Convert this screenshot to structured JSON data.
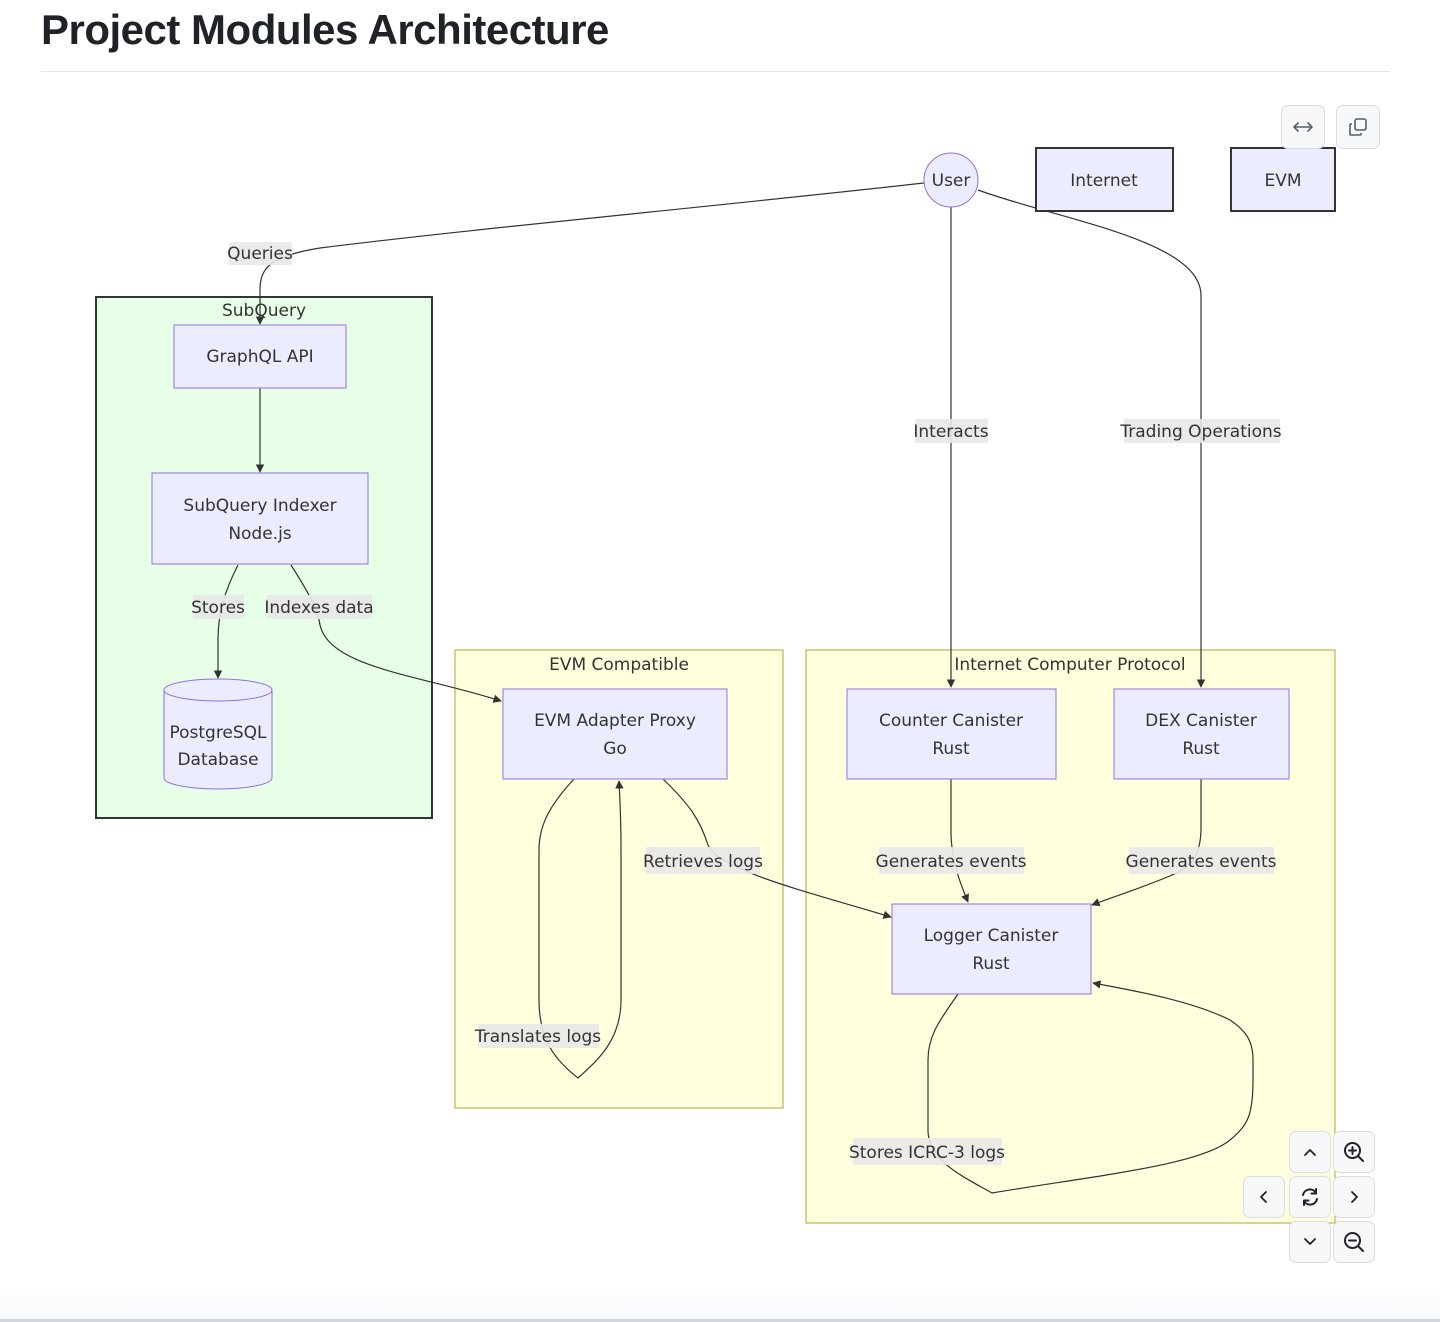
{
  "page": {
    "title": "Project Modules Architecture"
  },
  "toolbar": {
    "fullscreen_icon": "arrows-horizontal-icon",
    "copy_icon": "copy-icon"
  },
  "diagram": {
    "type": "flowchart",
    "colors": {
      "node_fill": "#ececff",
      "node_stroke": "#9370db",
      "external_node_stroke": "#333333",
      "subquery_fill": "#e6ffe6",
      "subquery_stroke": "#333333",
      "subgraph_fill": "#ffffde",
      "subgraph_stroke": "#aaaa33",
      "edge_label_bg": "#e8e8e8",
      "edge": "#333333"
    },
    "subgraphs": {
      "subquery": "SubQuery",
      "evm_compatible": "EVM Compatible",
      "icp": "Internet Computer Protocol"
    },
    "nodes": {
      "user": "User",
      "internet": "Internet",
      "evm": "EVM",
      "graphql": "GraphQL API",
      "indexer_line1": "SubQuery Indexer",
      "indexer_line2": "Node.js",
      "postgres_line1": "PostgreSQL",
      "postgres_line2": "Database",
      "evm_proxy_line1": "EVM Adapter Proxy",
      "evm_proxy_line2": "Go",
      "counter_line1": "Counter Canister",
      "counter_line2": "Rust",
      "dex_line1": "DEX Canister",
      "dex_line2": "Rust",
      "logger_line1": "Logger Canister",
      "logger_line2": "Rust"
    },
    "edges": {
      "queries": "Queries",
      "interacts": "Interacts",
      "trading": "Trading Operations",
      "stores": "Stores",
      "indexes": "Indexes data",
      "translates": "Translates logs",
      "retrieves": "Retrieves logs",
      "gen_counter": "Generates events",
      "gen_dex": "Generates events",
      "stores_icrc": "Stores ICRC-3 logs"
    }
  },
  "controls": {
    "pan_up": "chevron-up-icon",
    "pan_down": "chevron-down-icon",
    "pan_left": "chevron-left-icon",
    "pan_right": "chevron-right-icon",
    "reset": "reset-icon",
    "zoom_in": "zoom-in-icon",
    "zoom_out": "zoom-out-icon"
  }
}
